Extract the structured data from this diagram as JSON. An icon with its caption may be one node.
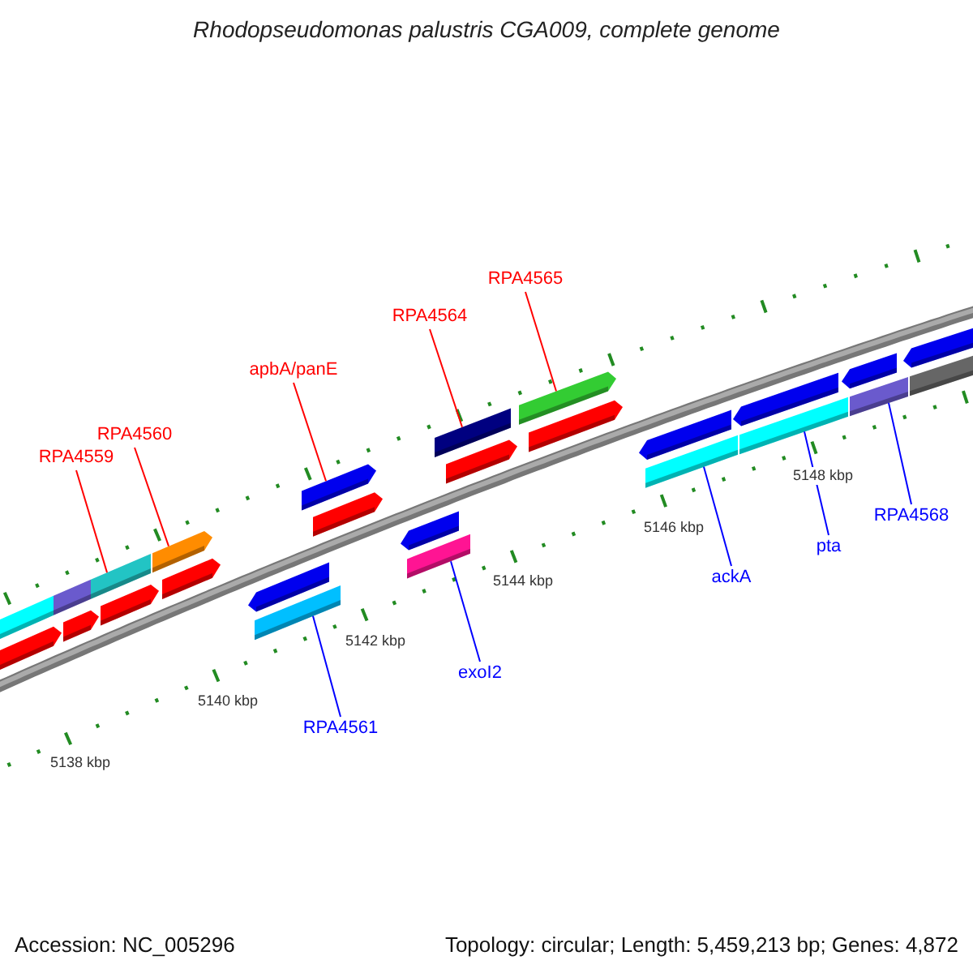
{
  "diagram": {
    "title": "Rhodopseudomonas palustris CGA009, complete genome",
    "nodes": [
      {
        "text": [
          "RPA4559"
        ]
      },
      {
        "text": [
          "RPA4560"
        ]
      },
      {
        "text": [
          "apbA/panE"
        ]
      },
      {
        "text": [
          "RPA4564"
        ]
      },
      {
        "text": [
          "RPA4565"
        ]
      },
      {
        "text": [
          "RPA4561"
        ]
      },
      {
        "text": [
          "exoI2"
        ]
      },
      {
        "text": [
          "ackA"
        ]
      },
      {
        "text": [
          "pta"
        ]
      },
      {
        "text": [
          "RPA4568"
        ]
      },
      {
        "text": [],
        "shape": "bar"
      },
      {
        "text": [],
        "shape": "bar"
      },
      {
        "text": [],
        "shape": "bar"
      },
      {
        "text": [],
        "shape": "bar"
      },
      {
        "text": [],
        "shape": "bar"
      },
      {
        "text": [],
        "shape": "bar"
      },
      {
        "text": [],
        "shape": "bar"
      },
      {
        "text": [],
        "shape": "bar"
      },
      {
        "text": [],
        "shape": "bar"
      },
      {
        "text": [],
        "shape": "bar"
      },
      {
        "text": [],
        "shape": "bar"
      },
      {
        "text": [],
        "shape": "bar"
      },
      {
        "text": [],
        "shape": "bar"
      },
      {
        "text": [],
        "shape": "bar"
      },
      {
        "text": [],
        "shape": "bar"
      },
      {
        "text": [],
        "shape": "bar"
      },
      {
        "text": [],
        "shape": "bar"
      },
      {
        "text": [],
        "shape": "bar"
      },
      {
        "text": [],
        "shape": "bar"
      },
      {
        "text": [],
        "shape": "bar"
      },
      {
        "text": [],
        "shape": "bar"
      },
      {
        "text": [],
        "shape": "bar"
      },
      {
        "text": [],
        "shape": "bar"
      },
      {
        "text": [],
        "shape": "bar"
      },
      {
        "text": [],
        "shape": "bar"
      },
      {
        "text": [],
        "shape": "bar"
      }
    ],
    "edges": [
      {
        "from": 0,
        "to": 14,
        "arrow": "none",
        "color": "#ff0000"
      },
      {
        "from": 1,
        "to": 16,
        "arrow": "none",
        "color": "#ff0000"
      },
      {
        "from": 2,
        "to": 20,
        "arrow": "none",
        "color": "#ff0000"
      },
      {
        "from": 3,
        "to": 24,
        "arrow": "none",
        "color": "#ff0000"
      },
      {
        "from": 4,
        "to": 26,
        "arrow": "none",
        "color": "#ff0000"
      },
      {
        "from": 5,
        "to": 19,
        "arrow": "none",
        "color": "#0000ff"
      },
      {
        "from": 6,
        "to": 23,
        "arrow": "none",
        "color": "#0000ff"
      },
      {
        "from": 7,
        "to": 29,
        "arrow": "none",
        "color": "#0000ff"
      },
      {
        "from": 8,
        "to": 31,
        "arrow": "none",
        "color": "#0000ff"
      },
      {
        "from": 9,
        "to": 33,
        "arrow": "none",
        "color": "#0000ff"
      }
    ],
    "labels": [
      "5138 kbp",
      "5140 kbp",
      "5142 kbp",
      "5144 kbp",
      "5146 kbp",
      "5148 kbp",
      "Accession: NC_005296",
      "Topology: circular; Length: 5,459,213 bp; Genes: 4,872"
    ]
  }
}
